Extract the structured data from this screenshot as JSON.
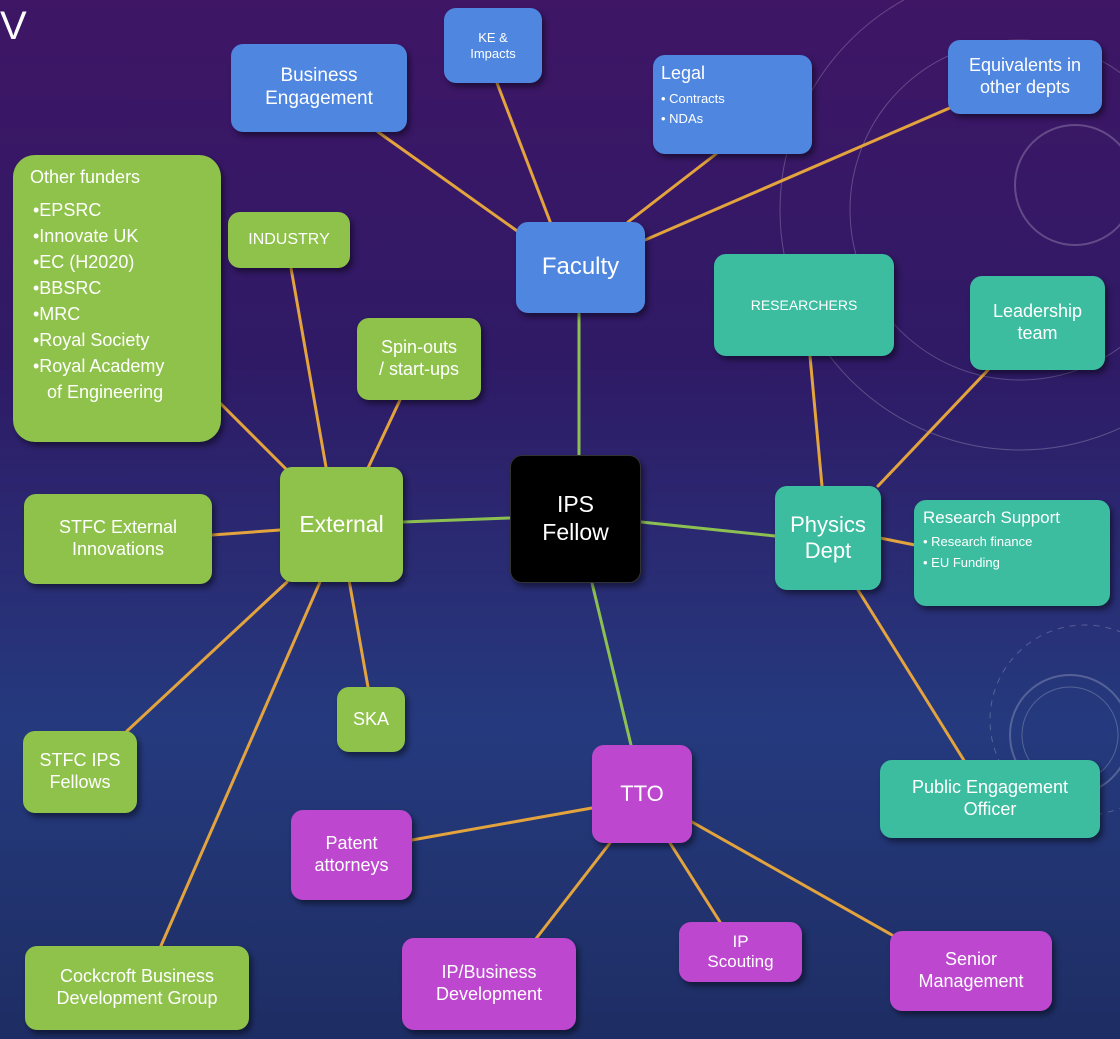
{
  "corner_glyph": "V",
  "center": {
    "title_line1": "IPS",
    "title_line2": "Fellow"
  },
  "hubs": {
    "faculty": "Faculty",
    "external": "External",
    "physics_line1": "Physics",
    "physics_line2": "Dept",
    "tto": "TTO"
  },
  "faculty_nodes": {
    "business_line1": "Business",
    "business_line2": "Engagement",
    "ke_line1": "KE &",
    "ke_line2": "Impacts",
    "legal_title": "Legal",
    "legal_items": [
      "• Contracts",
      "• NDAs"
    ],
    "equiv_line1": "Equivalents in",
    "equiv_line2": "other depts"
  },
  "external_nodes": {
    "other_funders_title": "Other funders",
    "other_funders_items": [
      "•EPSRC",
      "•Innovate UK",
      "•EC (H2020)",
      "•BBSRC",
      "•MRC",
      "•Royal Society",
      "•Royal Academy",
      "of Engineering"
    ],
    "industry": "INDUSTRY",
    "spinouts_line1": "Spin-outs",
    "spinouts_line2": "/ start-ups",
    "stfc_ext_line1": "STFC External",
    "stfc_ext_line2": "Innovations",
    "ska": "SKA",
    "stfc_ips_line1": "STFC IPS",
    "stfc_ips_line2": "Fellows",
    "cockcroft_line1": "Cockcroft Business",
    "cockcroft_line2": "Development Group"
  },
  "physics_nodes": {
    "researchers": "RESEARCHERS",
    "leadership_line1": "Leadership",
    "leadership_line2": "team",
    "research_support_title": "Research Support",
    "research_support_items": [
      "• Research finance",
      "• EU Funding"
    ],
    "public_engagement_line1": "Public Engagement",
    "public_engagement_line2": "Officer"
  },
  "tto_nodes": {
    "patent_line1": "Patent",
    "patent_line2": "attorneys",
    "ipbiz_line1": "IP/Business",
    "ipbiz_line2": "Development",
    "ipscout_line1": "IP",
    "ipscout_line2": "Scouting",
    "senior_line1": "Senior",
    "senior_line2": "Management"
  },
  "colors": {
    "blue": "#4f86e0",
    "green": "#8fc24a",
    "teal": "#3cbda0",
    "purple": "#bd48cf",
    "link_orange": "#e3a33d",
    "link_green": "#8cc152"
  }
}
